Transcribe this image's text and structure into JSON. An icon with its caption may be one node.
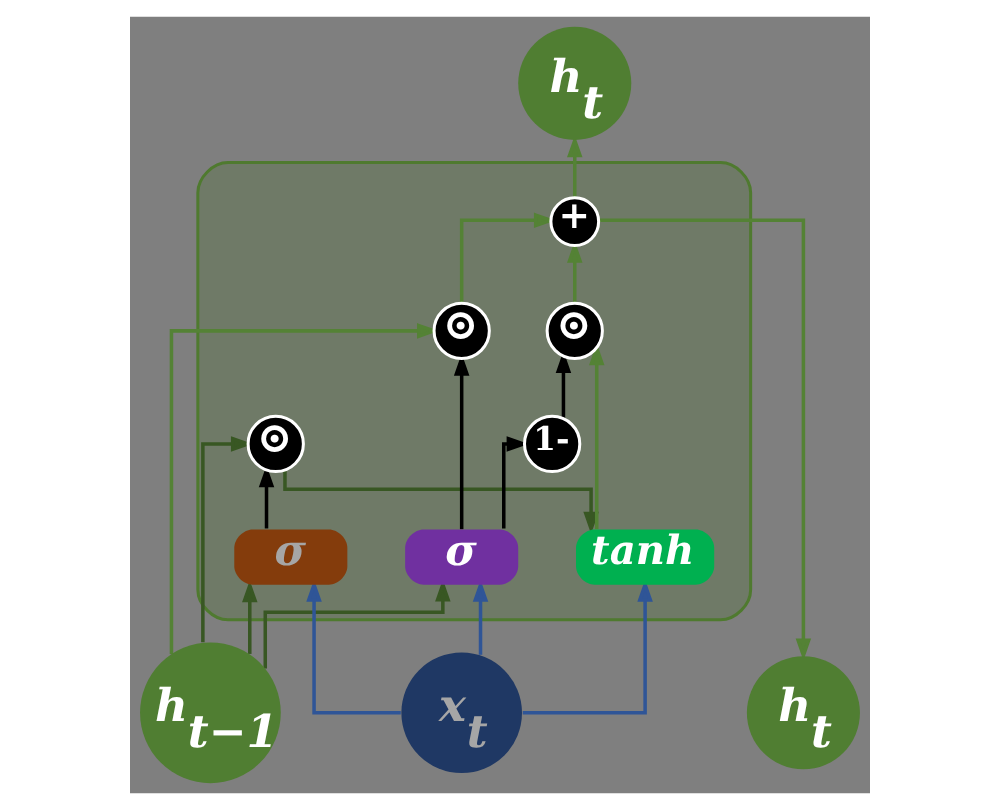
{
  "diagram": {
    "nodes": [
      {
        "text": [],
        "shape": "box"
      },
      {
        "text": [
          "h$_{t}$"
        ]
      },
      {
        "text": [
          "+"
        ],
        "in": 0
      },
      {
        "text": [
          "⊙"
        ],
        "in": 0
      },
      {
        "text": [
          "⊙"
        ],
        "in": 0
      },
      {
        "text": [
          "1-"
        ],
        "in": 0
      },
      {
        "text": [
          "⊙"
        ],
        "in": 0
      },
      {
        "text": [
          "σ"
        ],
        "in": 0
      },
      {
        "text": [
          "σ"
        ],
        "in": 0
      },
      {
        "text": [
          "tanh"
        ],
        "in": 0
      },
      {
        "text": [
          "h$_{t−1}$"
        ]
      },
      {
        "text": [
          "h$_{t}$"
        ]
      },
      {
        "text": [
          "x$_{t}$"
        ]
      }
    ],
    "edges": [
      {
        "from": 10,
        "to": 3,
        "arrow": "to"
      },
      {
        "from": 10,
        "to": 7,
        "arrow": "to",
        "color": "#385723"
      },
      {
        "from": 10,
        "to": 6,
        "arrow": "to",
        "color": "#385723"
      },
      {
        "from": 10,
        "to": 8,
        "arrow": "to",
        "color": "#385723"
      },
      {
        "from": 12,
        "to": 7,
        "arrow": "to",
        "color": "#2f5597"
      },
      {
        "from": 12,
        "to": 8,
        "arrow": "to",
        "color": "#2f5597"
      },
      {
        "from": 12,
        "to": 9,
        "arrow": "to",
        "color": "#2f5597"
      },
      {
        "from": 7,
        "to": 3,
        "arrow": "to",
        "color": "#000000"
      },
      {
        "from": 7,
        "to": 5,
        "arrow": "to",
        "color": "#000000"
      },
      {
        "from": 5,
        "to": 4,
        "arrow": "to",
        "color": "#000000"
      },
      {
        "from": 8,
        "to": 6,
        "arrow": "to",
        "color": "#000000"
      },
      {
        "from": 6,
        "to": 9,
        "arrow": "to",
        "color": "#385723"
      },
      {
        "from": 9,
        "to": 4,
        "arrow": "to"
      },
      {
        "from": 3,
        "to": 2,
        "arrow": "to"
      },
      {
        "from": 4,
        "to": 2,
        "arrow": "to"
      },
      {
        "from": 2,
        "to": 1,
        "arrow": "to"
      },
      {
        "from": 2,
        "to": 11,
        "arrow": "to"
      }
    ]
  }
}
